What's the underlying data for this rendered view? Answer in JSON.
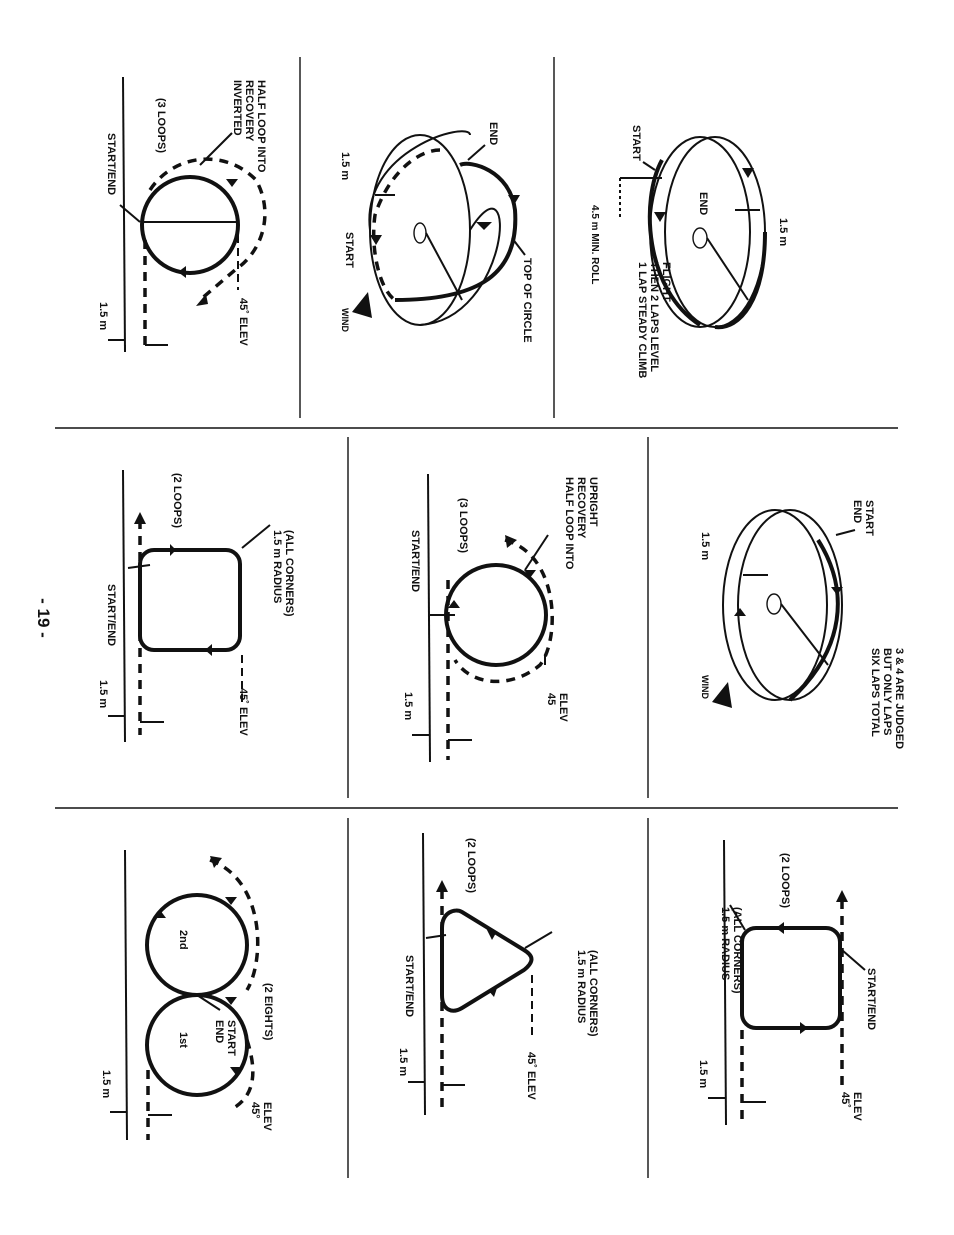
{
  "page": {
    "page_number": "- 19 -"
  },
  "panel_1": {
    "label_half_loop": [
      "HALF LOOP INTO",
      "RECOVERY",
      "INVERTED"
    ],
    "loops_count": "(3 LOOPS)",
    "start_end": "START/END",
    "elevation": "45˚ ELEV",
    "distance": "1.5 m"
  },
  "panel_2": {
    "end": "END",
    "top_of_circle": "TOP OF CIRCLE",
    "start": "START",
    "distance": "1.5 m",
    "wind": "WIND"
  },
  "panel_3": {
    "start": "START",
    "end": "END",
    "distance": "1.5 m",
    "min_roll": "4.5 m MIN. ROLL",
    "description": [
      "1 LAP STEADY CLIMB",
      "THEN 2 LAPS LEVEL",
      "FLIGHT"
    ]
  },
  "panel_4": {
    "loops_count": "(2 LOOPS)",
    "radius_note": [
      "1.5 m RADIUS",
      "(ALL CORNERS)"
    ],
    "start_end": "START/END",
    "elevation": "45˚ ELEV",
    "distance": "1.5 m"
  },
  "panel_5": {
    "label_half_loop": [
      "HALF LOOP INTO",
      "RECOVERY",
      "UPRIGHT"
    ],
    "loops_count": "(3 LOOPS)",
    "start_end": "START/END",
    "elevation": [
      "45",
      "ELEV"
    ],
    "distance": "1.5 m"
  },
  "panel_6": {
    "start": "START",
    "end": "END",
    "distance": "1.5 m",
    "wind": "WIND",
    "description": [
      "SIX LAPS TOTAL",
      "BUT ONLY LAPS",
      "3 & 4 ARE JUDGED"
    ]
  },
  "panel_7": {
    "eights_count": "(2 EIGHTS)",
    "start": "START",
    "end": "END",
    "first": "1st",
    "second": "2nd",
    "elevation": [
      "45°",
      "ELEV"
    ],
    "distance": "1.5 m"
  },
  "panel_8": {
    "loops_count": "(2 LOOPS)",
    "radius_note": [
      "1.5 m RADIUS",
      "(ALL CORNERS)"
    ],
    "start_end": "START/END",
    "elevation": "45˚ ELEV",
    "distance": "1.5 m"
  },
  "panel_9": {
    "loops_count": "(2 LOOPS)",
    "radius_note": [
      "1.5 m RADIUS",
      "(ALL CORNERS)"
    ],
    "start_end": "START/END",
    "elevation": [
      "45˚",
      "ELEV"
    ],
    "distance": "1.5 m"
  }
}
